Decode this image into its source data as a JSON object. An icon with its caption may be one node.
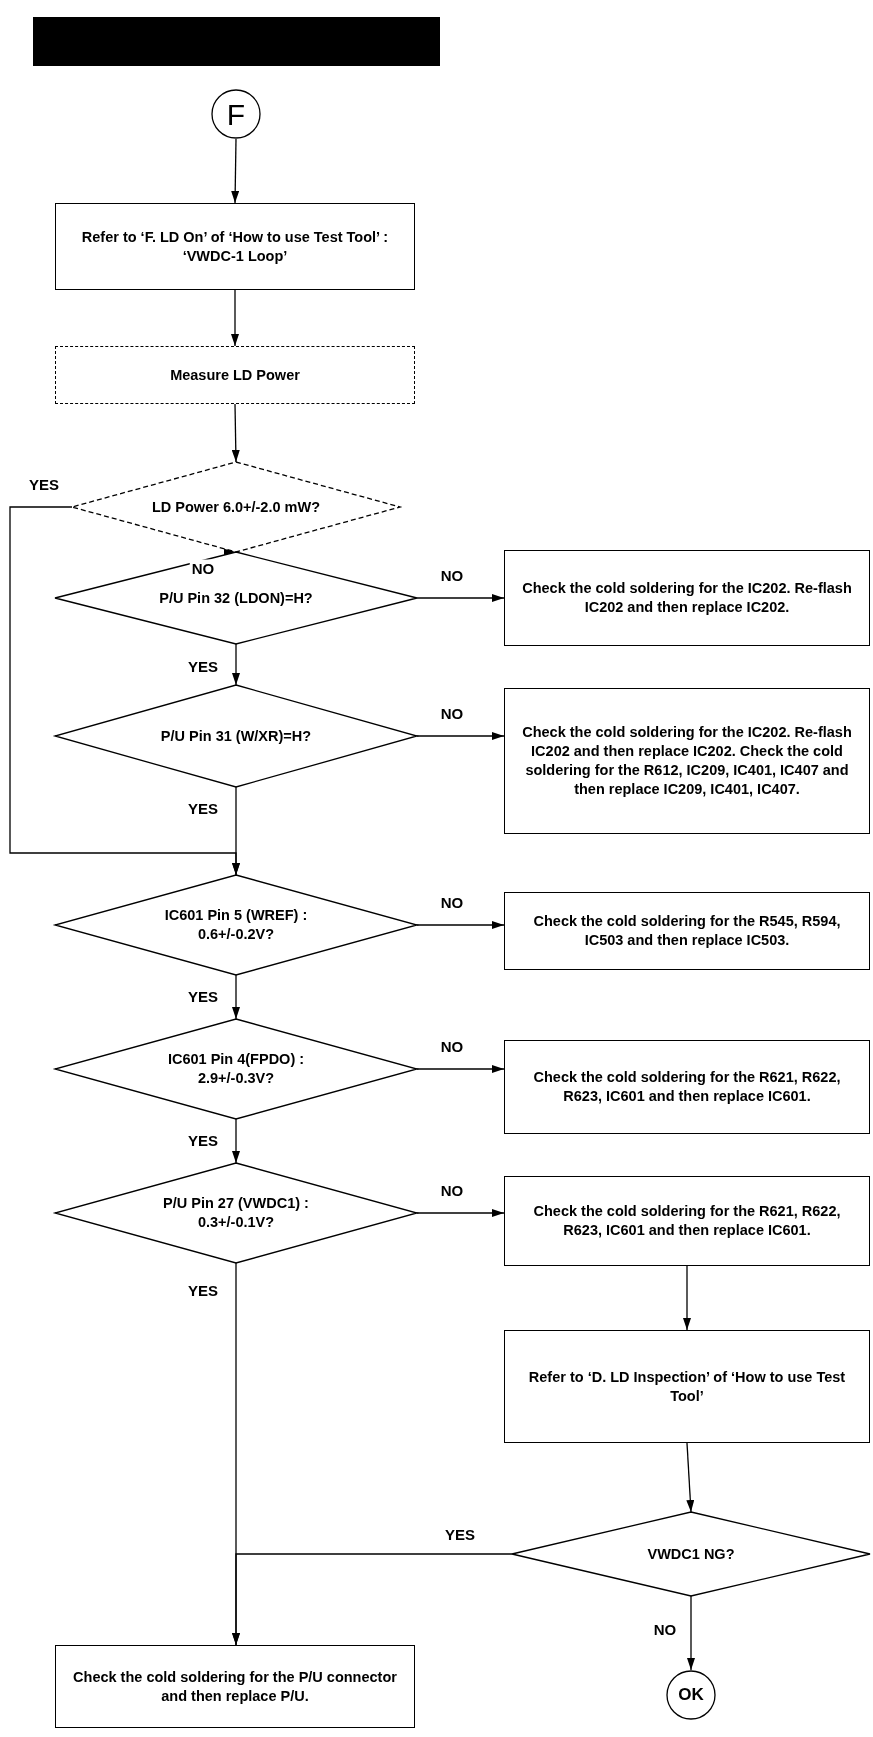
{
  "diagram": {
    "nodes": [
      {
        "text": [
          "F"
        ]
      },
      {
        "text": [
          "Refer to ‘F. LD On’ of ‘How to use Test Tool’ : ‘VWDC-1 Loop’"
        ]
      },
      {
        "text": [
          "Measure LD Power"
        ]
      },
      {
        "text": [
          "LD Power 6.0+/-2.0 mW?"
        ]
      },
      {
        "text": [
          "P/U Pin 32 (LDON)=H?"
        ]
      },
      {
        "text": [
          "Check the cold soldering for the IC202. Re-flash IC202 and then replace IC202."
        ]
      },
      {
        "text": [
          "P/U Pin 31 (W/XR)=H?"
        ]
      },
      {
        "text": [
          "Check the cold soldering for the IC202. Re-flash IC202 and then replace IC202. Check the cold soldering for the R612, IC209, IC401, IC407 and then replace IC209, IC401, IC407."
        ]
      },
      {
        "text": [
          "IC601 Pin 5 (WREF) : 0.6+/-0.2V?"
        ]
      },
      {
        "text": [
          "Check the cold soldering for the R545, R594, IC503 and then replace IC503."
        ]
      },
      {
        "text": [
          "IC601 Pin 4(FPDO) : 2.9+/-0.3V?"
        ]
      },
      {
        "text": [
          "Check the cold soldering for the R621, R622, R623, IC601 and then replace IC601."
        ]
      },
      {
        "text": [
          "P/U Pin 27 (VWDC1) : 0.3+/-0.1V?"
        ]
      },
      {
        "text": [
          "Check the cold soldering for the R621, R622, R623, IC601 and then replace IC601."
        ]
      },
      {
        "text": [
          "Refer to ‘D. LD Inspection’ of ‘How to use Test Tool’"
        ]
      },
      {
        "text": [
          "VWDC1 NG?"
        ]
      },
      {
        "text": [
          "Check the cold soldering for the P/U connector and then replace P/U."
        ]
      },
      {
        "text": [
          "OK"
        ]
      }
    ],
    "edges": [
      {
        "from": 0,
        "to": 1,
        "arrow": "to"
      },
      {
        "from": 1,
        "to": 2,
        "arrow": "to"
      },
      {
        "from": 2,
        "to": 3,
        "arrow": "to"
      },
      {
        "from": 3,
        "to": 4,
        "arrow": "to",
        "label": "NO"
      },
      {
        "from": 4,
        "to": 5,
        "arrow": "to",
        "label": "NO"
      },
      {
        "from": 4,
        "to": 6,
        "arrow": "to",
        "label": "YES"
      },
      {
        "from": 6,
        "to": 7,
        "arrow": "to",
        "label": "NO"
      },
      {
        "from": 3,
        "to": 8,
        "arrow": "to",
        "label": "YES"
      },
      {
        "from": 6,
        "to": 8,
        "arrow": "to",
        "label": "YES"
      },
      {
        "from": 8,
        "to": 9,
        "arrow": "to",
        "label": "NO"
      },
      {
        "from": 8,
        "to": 10,
        "arrow": "to",
        "label": "YES"
      },
      {
        "from": 10,
        "to": 11,
        "arrow": "to",
        "label": "NO"
      },
      {
        "from": 10,
        "to": 12,
        "arrow": "to",
        "label": "YES"
      },
      {
        "from": 12,
        "to": 13,
        "arrow": "to",
        "label": "NO"
      },
      {
        "from": 12,
        "to": 16,
        "arrow": "to",
        "label": "YES"
      },
      {
        "from": 13,
        "to": 14,
        "arrow": "to"
      },
      {
        "from": 14,
        "to": 15,
        "arrow": "to"
      },
      {
        "from": 15,
        "to": 16,
        "arrow": "to",
        "label": "YES"
      },
      {
        "from": 15,
        "to": 17,
        "arrow": "to",
        "label": "NO"
      }
    ]
  }
}
